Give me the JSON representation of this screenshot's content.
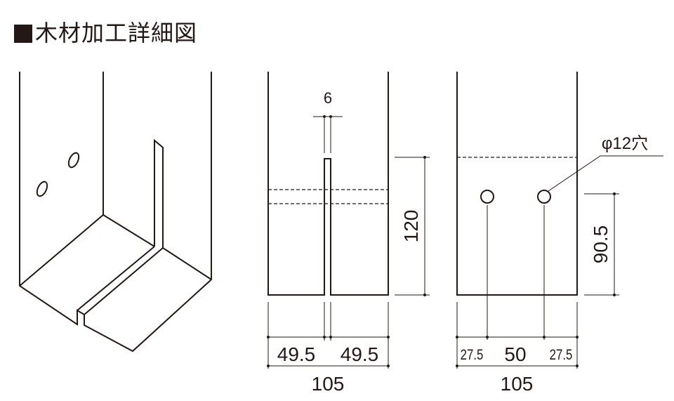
{
  "title": "木材加工詳細図",
  "colors": {
    "line": "#231815",
    "background": "#ffffff"
  },
  "front_view": {
    "slot_width": "6",
    "slot_depth": "120",
    "left_width": "49.5",
    "right_width": "49.5",
    "total_width": "105"
  },
  "side_view": {
    "hole_label": "φ12穴",
    "hole_height": "90.5",
    "left_offset": "27.5",
    "hole_spacing": "50",
    "right_offset": "27.5",
    "total_width": "105"
  }
}
